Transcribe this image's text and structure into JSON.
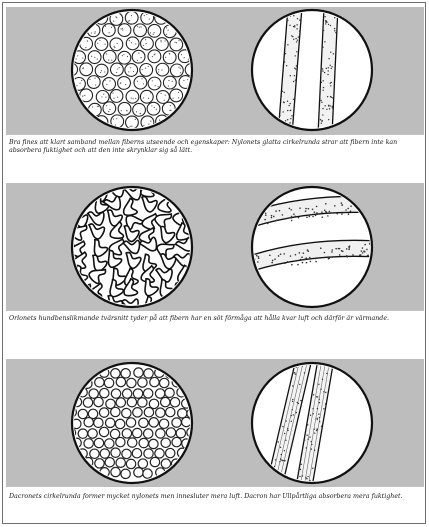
{
  "figures": [
    {
      "id": "fig1",
      "cross_section": "round-smooth",
      "longitudinal": "straight-smooth",
      "caption": "Bra fines att klart samband mellan fiberns utseende och egenskaper: Nylonets glatta cirkelrunda strar att fibern inte kan absorbera fuktighet och att den inte skrynklar sig så lätt."
    },
    {
      "id": "fig2",
      "cross_section": "wavy-bean",
      "longitudinal": "twisted-ribbon",
      "caption": "Orlonets hundbenslikmande tvärsnitt tyder på att fibern har en söt förmåga att hålla kvar luft och därför är värmande."
    },
    {
      "id": "fig3",
      "cross_section": "round-dense",
      "longitudinal": "striated",
      "caption": "Dacronets cirkelrunda former mycket nylonets men innesluter mera luft. Dacron har Ullpårtliga absorbera mera fuktighet."
    }
  ],
  "colors": {
    "panel": "#bdbdbd",
    "ink": "#1a1a1a",
    "disc": "#ffffff"
  }
}
